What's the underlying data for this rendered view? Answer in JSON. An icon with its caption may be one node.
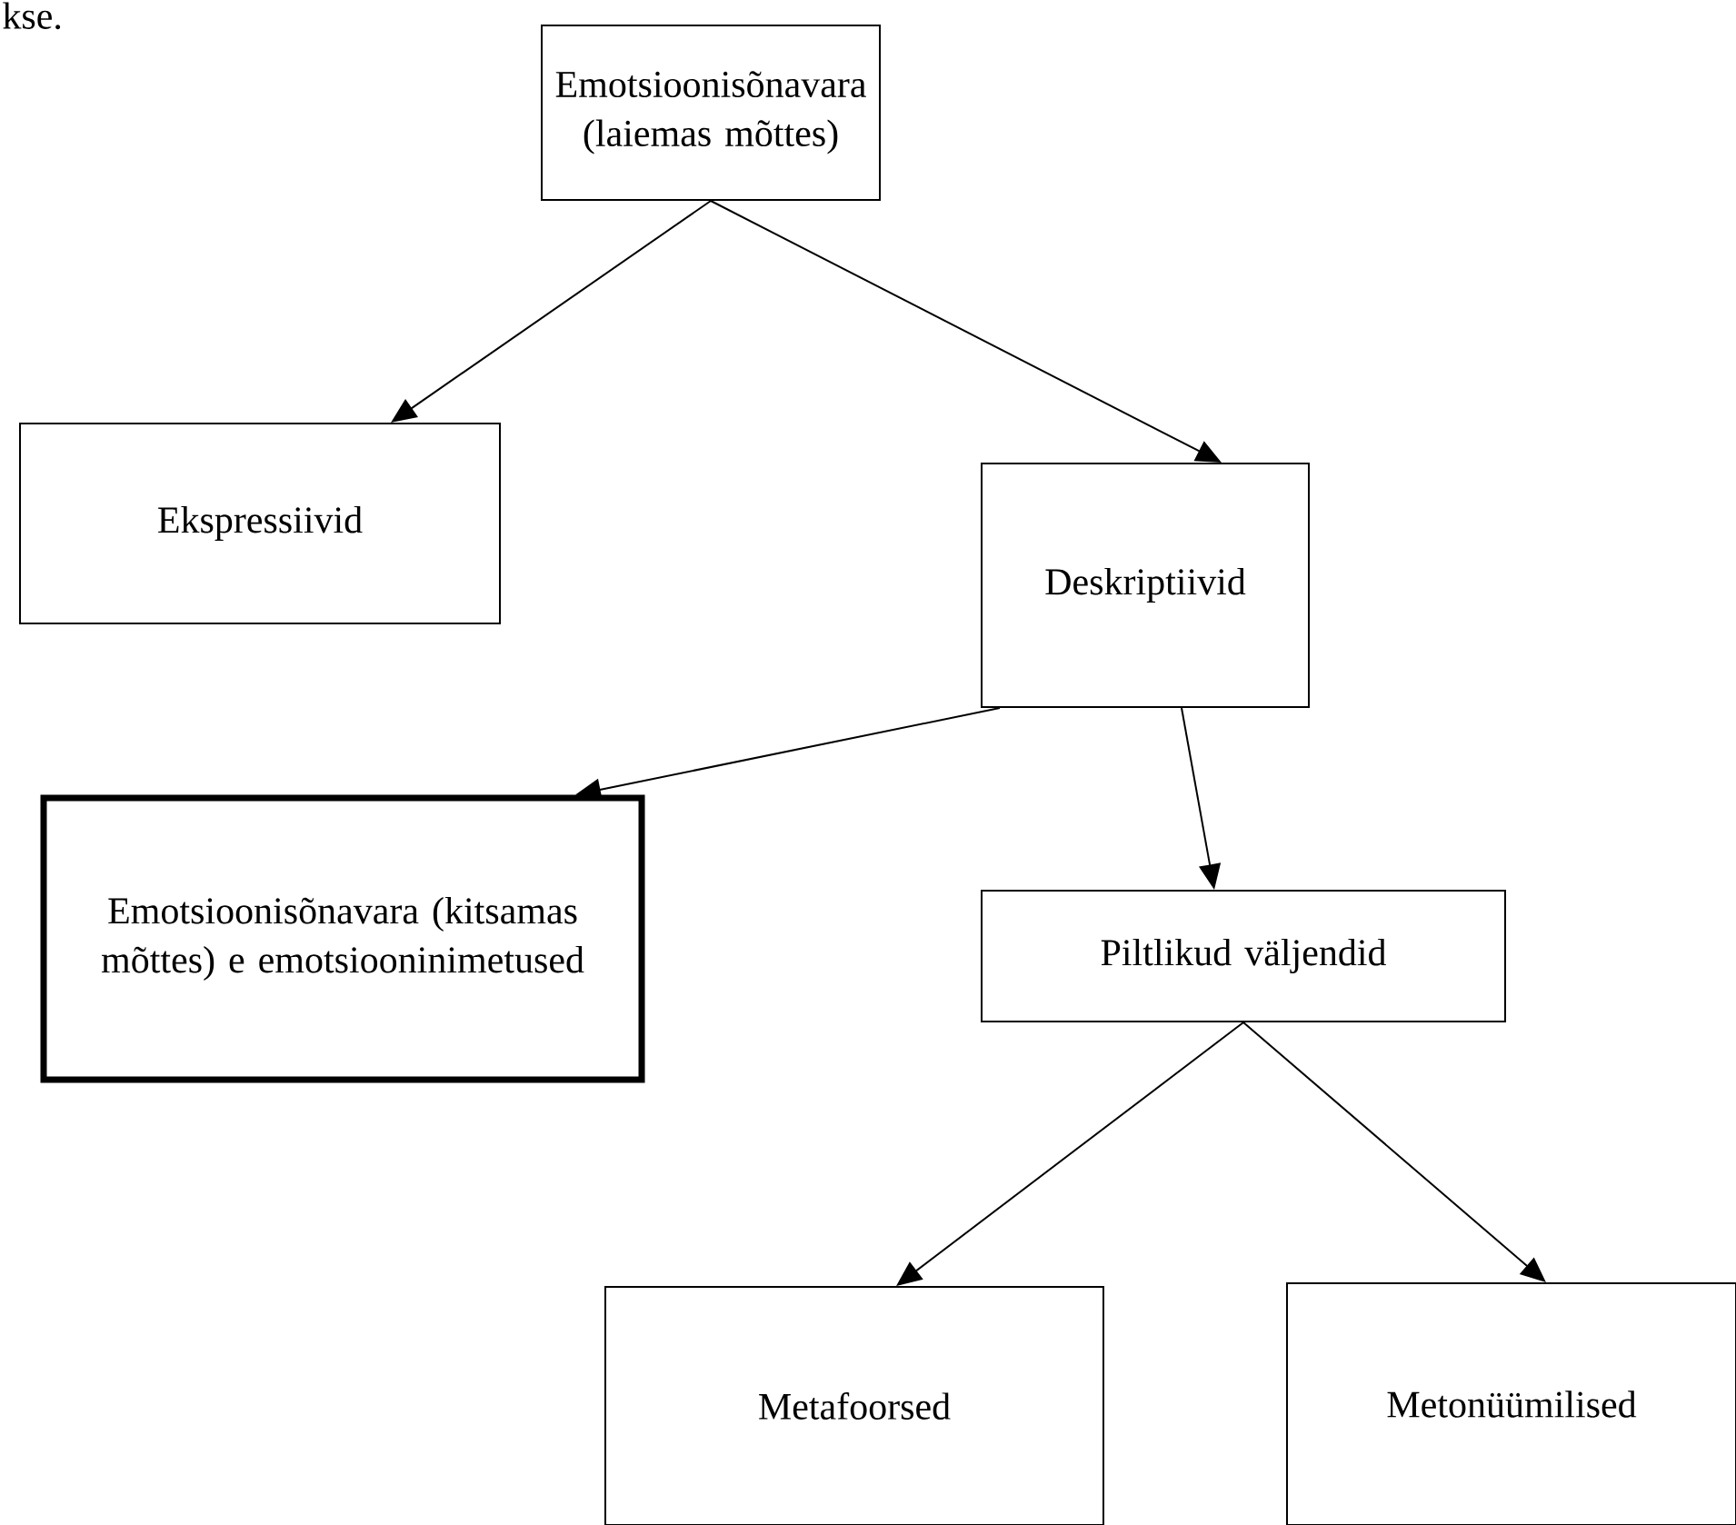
{
  "diagram": {
    "nodes": [
      {
        "text": [
          "Emotsioonisõnavara (laiemas mõttes)"
        ]
      },
      {
        "text": [
          "Ekspressiivid"
        ]
      },
      {
        "text": [
          "Deskriptiivid"
        ]
      },
      {
        "text": [
          "Emotsioonisõnavara (kitsamas mõttes) e emotsiooninimetused"
        ]
      },
      {
        "text": [
          "Piltlikud väljendid"
        ]
      },
      {
        "text": [
          "Metafoorsed"
        ]
      },
      {
        "text": [
          "Metonüümilised"
        ]
      }
    ],
    "edges": [
      {
        "from": 0,
        "to": 1,
        "arrow": "to"
      },
      {
        "from": 0,
        "to": 2,
        "arrow": "to"
      },
      {
        "from": 2,
        "to": 3,
        "arrow": "to"
      },
      {
        "from": 2,
        "to": 4,
        "arrow": "to"
      },
      {
        "from": 4,
        "to": 5,
        "arrow": "to"
      },
      {
        "from": 4,
        "to": 6,
        "arrow": "to"
      }
    ],
    "labels": [
      "kse."
    ]
  }
}
